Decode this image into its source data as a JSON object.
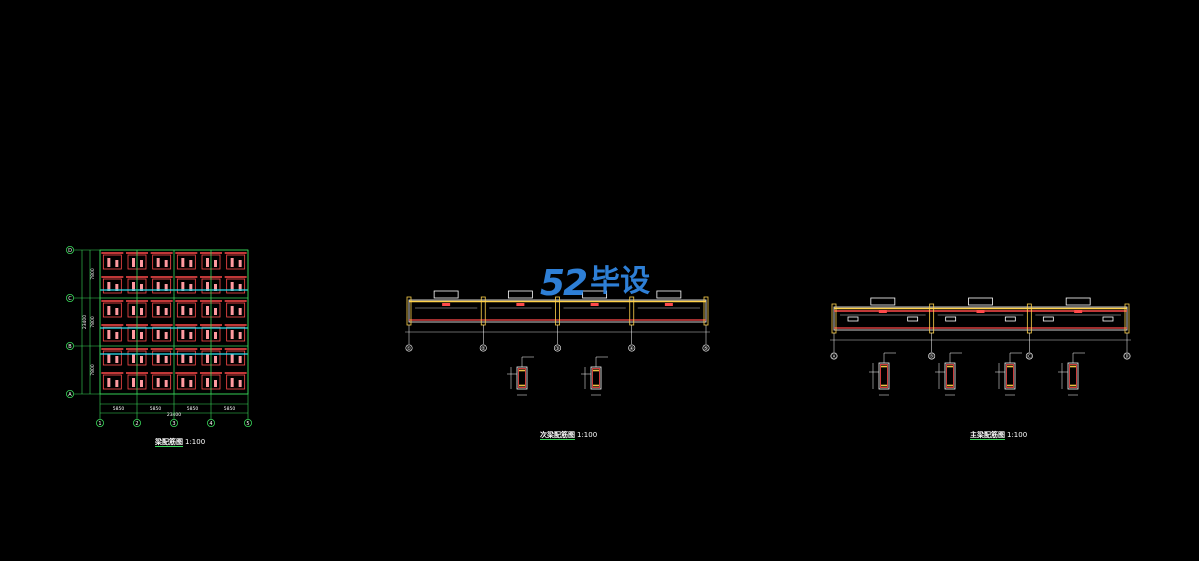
{
  "watermark": {
    "number": "52",
    "text": "毕设"
  },
  "plan": {
    "grid_rows": [
      "D",
      "C",
      "B",
      "A"
    ],
    "grid_cols": [
      "1",
      "2",
      "3",
      "4",
      "5"
    ],
    "row_dims": [
      "7800",
      "7800",
      "7800"
    ],
    "total_height": "23400",
    "col_dims": [
      "5850",
      "5850",
      "5850",
      "5850"
    ],
    "total_width": "23400",
    "title": "梁配筋图",
    "scale": "1:100"
  },
  "elev1": {
    "axes": [
      "①",
      "②",
      "③",
      "④",
      "⑤"
    ],
    "title": "次梁配筋图",
    "scale": "1:100"
  },
  "elev2": {
    "axes": [
      "Ⓐ",
      "Ⓑ",
      "Ⓒ",
      "Ⓓ"
    ],
    "title": "主梁配筋图",
    "scale": "1:100"
  },
  "colors": {
    "background": "#000000",
    "grid": "#39d65a",
    "beam": "#ff4a4a",
    "rebar": "#ffd24a",
    "pink": "#ff9aa0",
    "cyan": "#28e0f0",
    "watermark": "#2e7fd6"
  }
}
